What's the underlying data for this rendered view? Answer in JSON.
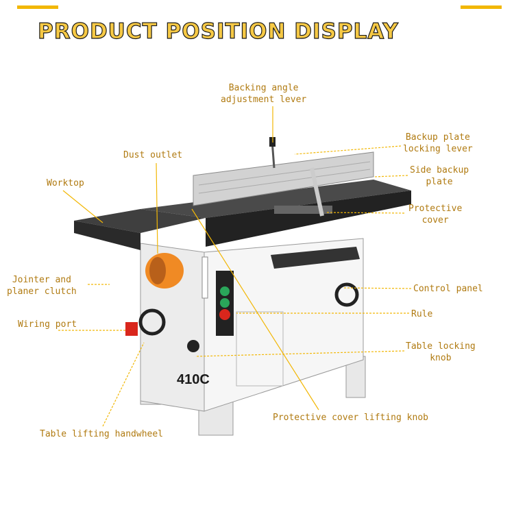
{
  "title": "PRODUCT POSITION DISPLAY",
  "model_badge": "410C",
  "colors": {
    "title_fill": "#f6c945",
    "label_text": "#b07a10",
    "leader_line": "#f2b705",
    "machine_body": "#f3f3f3",
    "table_top": "#3f3f3f",
    "fence": "#c9c9c9",
    "dust_outlet": "#f08a24",
    "accent_red": "#d9261c"
  },
  "labels": {
    "backing_angle": "Backing angle\nadjustment lever",
    "backup_locking": "Backup plate\nlocking lever",
    "side_backup": "Side backup\nplate",
    "protective_cover": "Protective\ncover",
    "dust_outlet": "Dust outlet",
    "worktop": "Worktop",
    "jointer_clutch": "Jointer and\nplaner clutch",
    "control_panel": "Control panel",
    "rule": "Rule",
    "wiring_port": "Wiring port",
    "table_locking": "Table locking\nknob",
    "lifting_knob": "Protective cover lifting knob",
    "lifting_handwheel": "Table lifting handwheel"
  }
}
